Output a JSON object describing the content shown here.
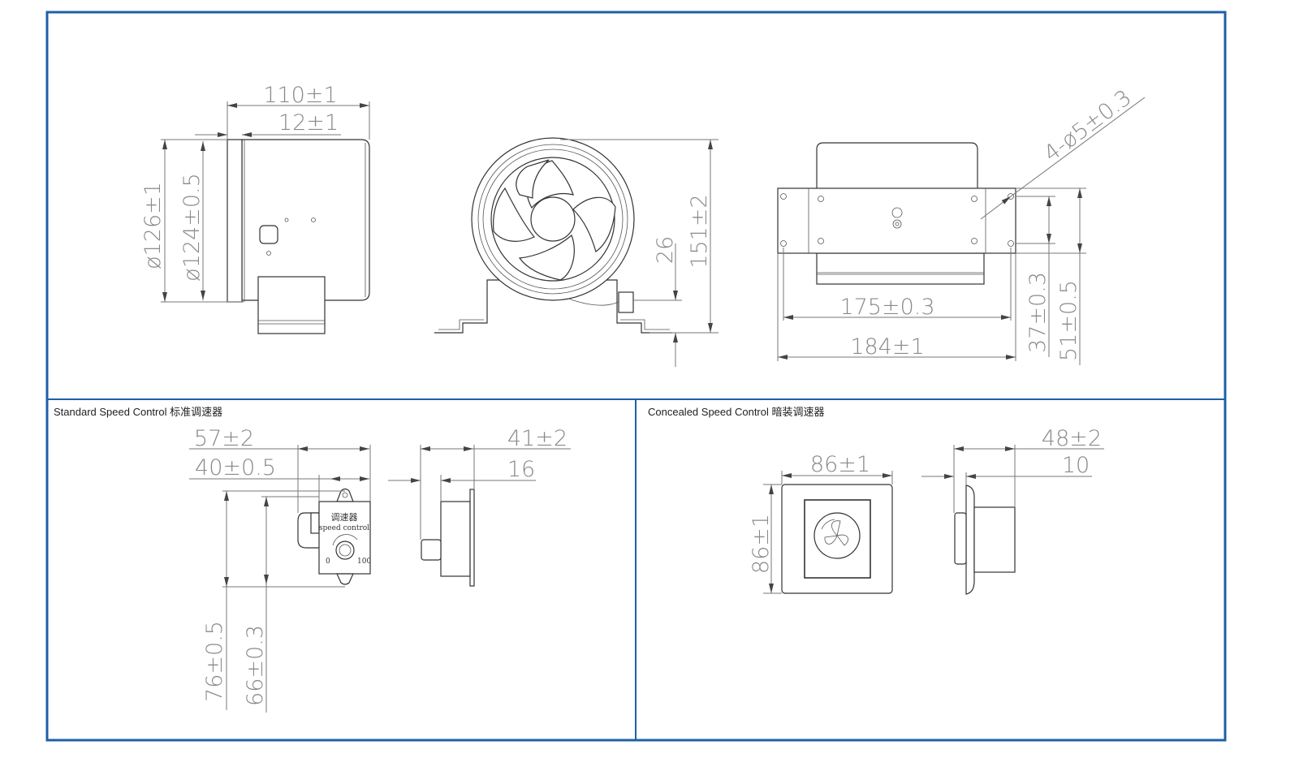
{
  "frame_color": "#1f5fa8",
  "top_view": {
    "side": {
      "overall_length": "110±1",
      "flange_width": "12±1",
      "outer_diameter": "ø126±1",
      "duct_diameter": "ø124±0.5"
    },
    "front": {
      "height": "151±2",
      "base_offset": "26"
    },
    "bottom": {
      "hole_spec": "4-ø5±0.3",
      "hole_spacing_x": "175±0.3",
      "plate_length": "184±1",
      "hole_spacing_y": "37±0.3",
      "plate_width": "51±0.5"
    }
  },
  "standard_control": {
    "title": "Standard Speed Control 标准调速器",
    "width_total": "57±2",
    "width_body": "40±0.5",
    "height_total": "76±0.5",
    "height_body": "66±0.3",
    "depth_total": "41±2",
    "depth_knob": "16",
    "label_cn": "调速器",
    "label_en": "speed control",
    "scale_min": "0",
    "scale_max": "100"
  },
  "concealed_control": {
    "title": "Concealed Speed Control 暗装调速器",
    "width": "86±1",
    "height": "86±1",
    "depth_total": "48±2",
    "depth_knob": "10"
  }
}
